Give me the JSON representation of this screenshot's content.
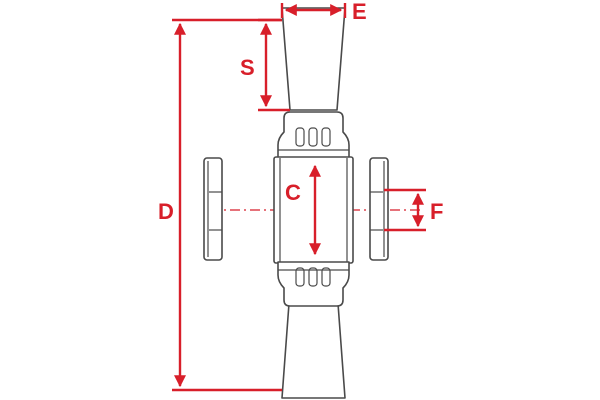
{
  "diagram": {
    "labels": {
      "E": "E",
      "S": "S",
      "D": "D",
      "C": "C",
      "F": "F"
    },
    "colors": {
      "dimension": "#d81f2a",
      "outline": "#4a4a4a",
      "background": "#ffffff"
    }
  }
}
